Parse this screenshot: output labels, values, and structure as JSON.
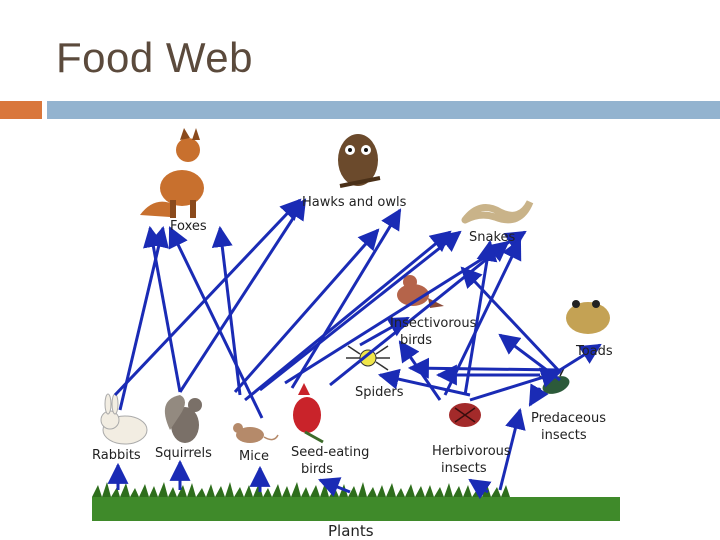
{
  "slide": {
    "title": "Food Web"
  },
  "labels": {
    "foxes": "Foxes",
    "hawks_owls": "Hawks and owls",
    "snakes": "Snakes",
    "insectivorous_1": "Insectivorous",
    "insectivorous_2": "birds",
    "toads": "Toads",
    "spiders": "Spiders",
    "predaceous_1": "Predaceous",
    "predaceous_2": "insects",
    "rabbits": "Rabbits",
    "squirrels": "Squirrels",
    "mice": "Mice",
    "seed_1": "Seed-eating",
    "seed_2": "birds",
    "herb_1": "Herbivorous",
    "herb_2": "insects",
    "plants": "Plants"
  },
  "colors": {
    "arrow": "#1a2bb5",
    "title": "#5b4a3c",
    "accent_bar": "#d9773c",
    "main_bar": "#93b3cf"
  }
}
